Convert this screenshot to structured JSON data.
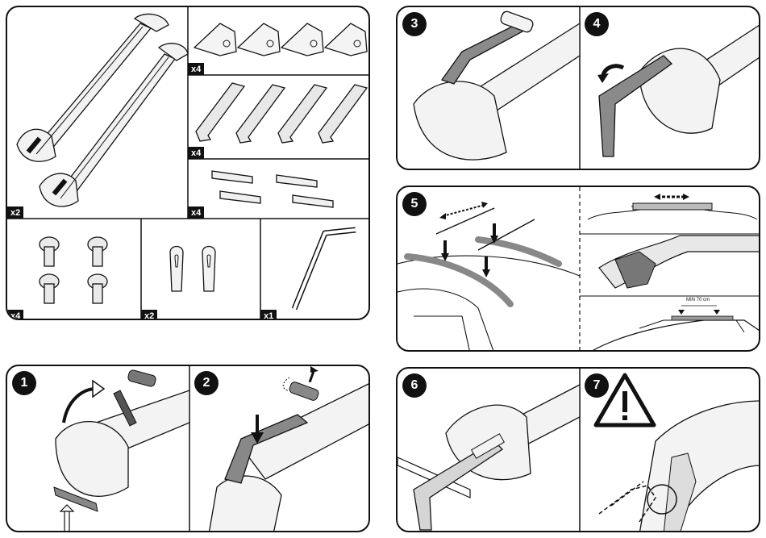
{
  "parts_panel": {
    "quantities": {
      "bars": "x2",
      "end_caps": "x4",
      "clamps": "x4",
      "pads": "x4",
      "bolts": "x4",
      "keys": "x2",
      "allen_key": "x1"
    }
  },
  "steps": {
    "step1": "1",
    "step2": "2",
    "step3": "3",
    "step4": "4",
    "step5": "5",
    "step6": "6",
    "step7": "7"
  },
  "step5_detail": {
    "min_label": "MIN 70 cm"
  },
  "icons": [
    "warning-triangle-icon",
    "rotate-arrow-icon",
    "down-arrow-icon",
    "double-arrow-icon"
  ]
}
